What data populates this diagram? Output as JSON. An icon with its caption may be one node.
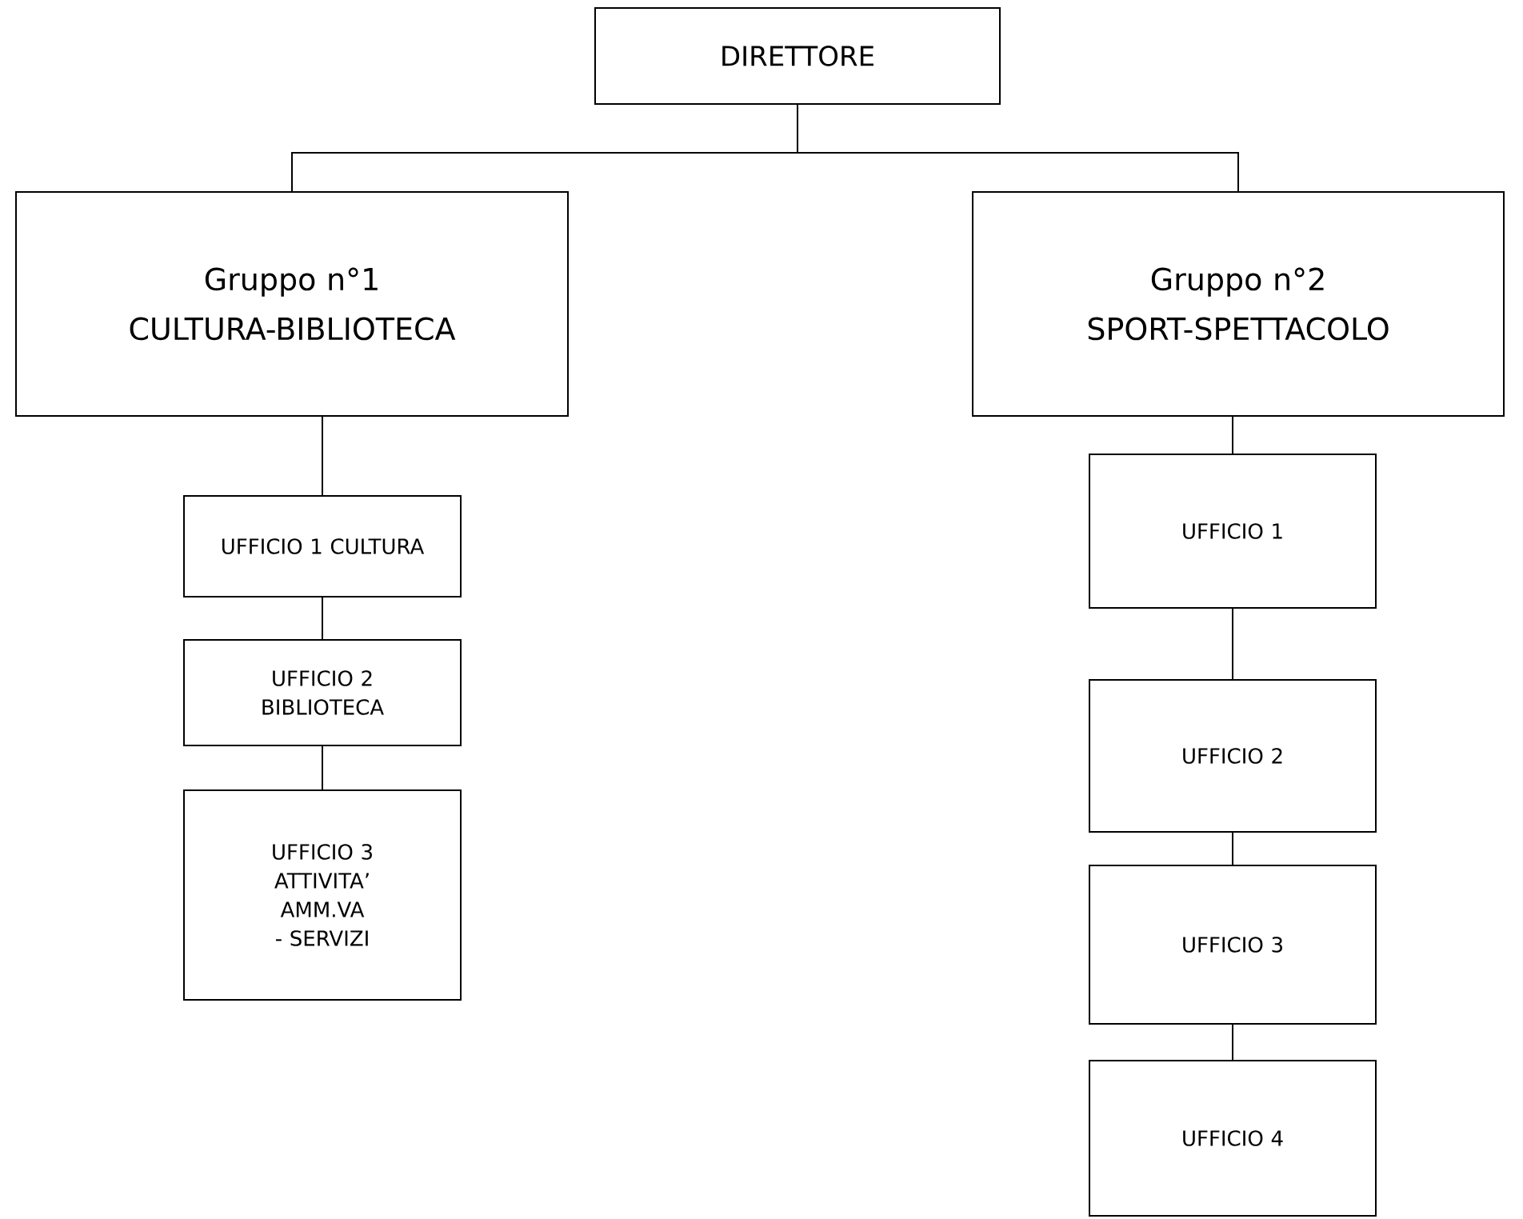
{
  "diagram": {
    "nodes": [
      {
        "text": [
          "DIRETTORE"
        ]
      },
      {
        "text": [
          "Gruppo n°1",
          "CULTURA-BIBLIOTECA"
        ]
      },
      {
        "text": [
          "Gruppo n°2",
          "SPORT-SPETTACOLO"
        ]
      },
      {
        "text": [
          "UFFICIO 1 CULTURA"
        ]
      },
      {
        "text": [
          "UFFICIO 2 BIBLIOTECA"
        ]
      },
      {
        "text": [
          "UFFICIO 3 ATTIVITA’ AMM.VA - SERVIZI"
        ]
      },
      {
        "text": [
          "UFFICIO 1"
        ]
      },
      {
        "text": [
          "UFFICIO 2"
        ]
      },
      {
        "text": [
          "UFFICIO 3"
        ]
      },
      {
        "text": [
          "UFFICIO 4"
        ]
      }
    ],
    "edges": [
      {
        "from": 0,
        "to": 1,
        "arrow": "none"
      },
      {
        "from": 0,
        "to": 2,
        "arrow": "none"
      },
      {
        "from": 1,
        "to": 3,
        "arrow": "none"
      },
      {
        "from": 3,
        "to": 4,
        "arrow": "none"
      },
      {
        "from": 4,
        "to": 5,
        "arrow": "none"
      },
      {
        "from": 2,
        "to": 6,
        "arrow": "none"
      },
      {
        "from": 6,
        "to": 7,
        "arrow": "none"
      },
      {
        "from": 7,
        "to": 8,
        "arrow": "none"
      },
      {
        "from": 8,
        "to": 9,
        "arrow": "none"
      }
    ]
  }
}
